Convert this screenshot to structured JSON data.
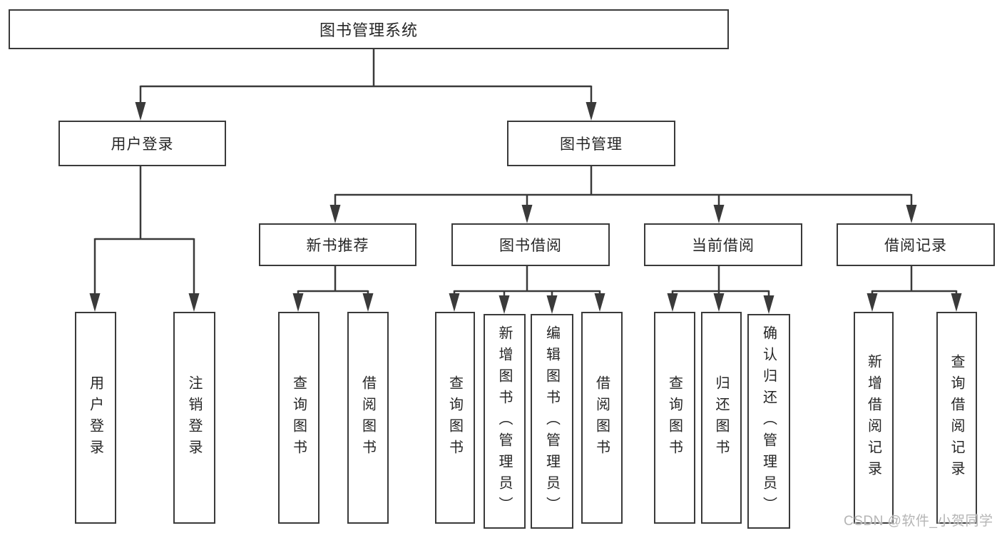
{
  "colors": {
    "line": "#3a3a3a",
    "box_border": "#3a3a3a",
    "box_fill": "#ffffff",
    "text": "#262626",
    "background": "#ffffff",
    "watermark_text": "#b5b5b5"
  },
  "diagram": {
    "root": {
      "label": "图书管理系统"
    },
    "branches": {
      "user_login": {
        "label": "用户登录",
        "children": [
          "用户登录",
          "注销登录"
        ]
      },
      "book_management": {
        "label": "图书管理",
        "sections": {
          "new_book_recommend": {
            "label": "新书推荐",
            "children": [
              "查询图书",
              "借阅图书"
            ]
          },
          "book_borrow": {
            "label": "图书借阅",
            "children": [
              "查询图书",
              "新增图书（管理员）",
              "编辑图书（管理员）",
              "借阅图书"
            ]
          },
          "current_borrow": {
            "label": "当前借阅",
            "children": [
              "查询图书",
              "归还图书",
              "确认归还（管理员）"
            ]
          },
          "borrow_record": {
            "label": "借阅记录",
            "children": [
              "新增借阅记录",
              "查询借阅记录"
            ]
          }
        }
      }
    }
  },
  "watermark": "CSDN @软件_小贺同学"
}
